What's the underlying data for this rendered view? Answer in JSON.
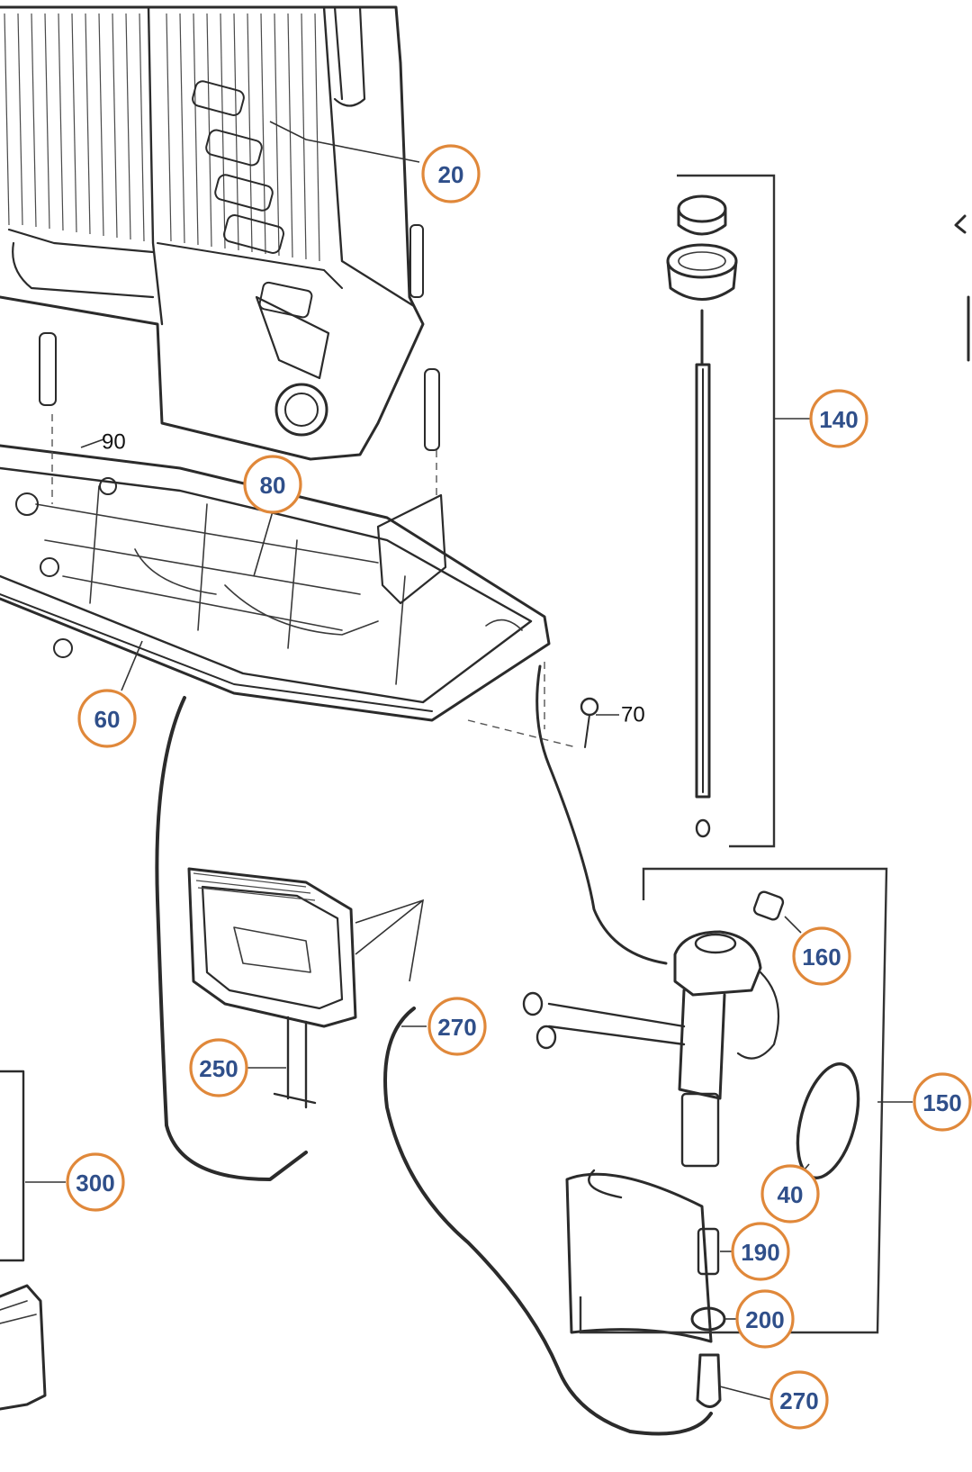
{
  "callouts": {
    "c20": "20",
    "c80": "80",
    "c60": "60",
    "c140": "140",
    "c160": "160",
    "c150": "150",
    "c270a": "270",
    "c250": "250",
    "c300": "300",
    "c40": "40",
    "c190": "190",
    "c200": "200",
    "c270b": "270"
  },
  "labels": {
    "l90": "90",
    "l70": "70"
  },
  "colors": {
    "callout_border": "#e0883a",
    "callout_text": "#2f4f8a",
    "line_ink": "#2b2b2b"
  }
}
